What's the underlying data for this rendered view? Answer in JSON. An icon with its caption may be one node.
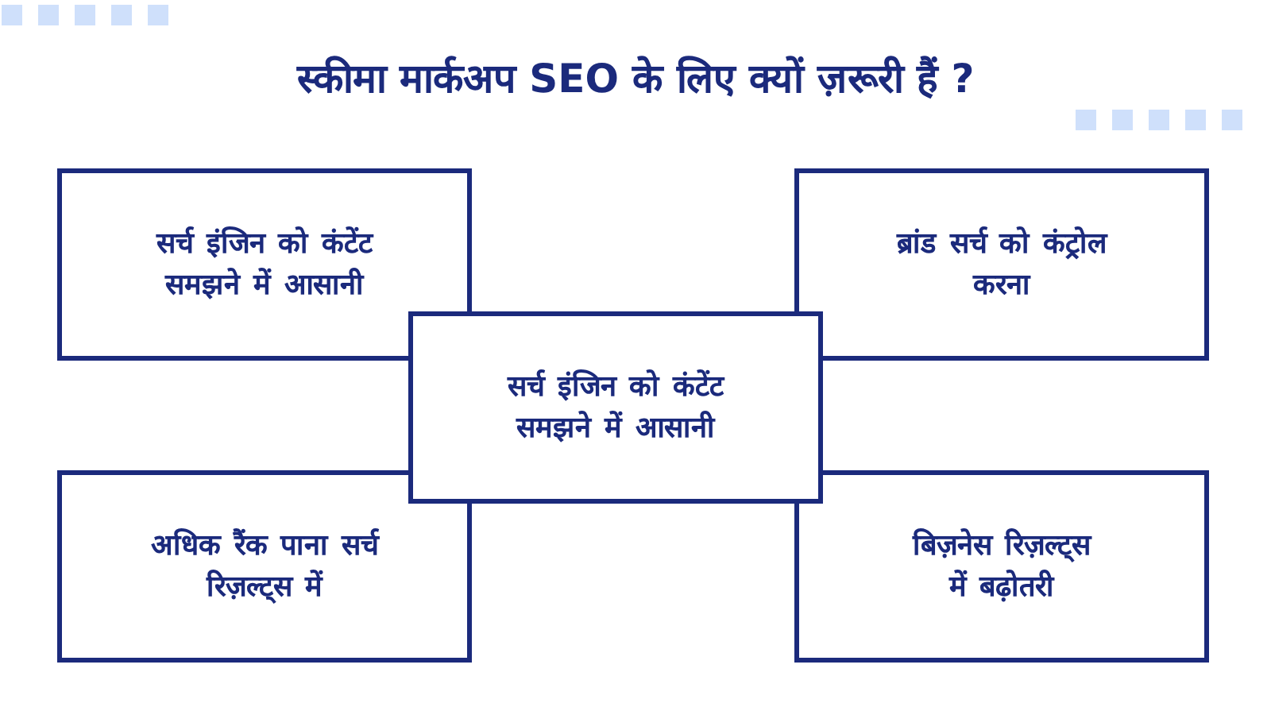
{
  "diagram": {
    "title": "स्कीमा मार्कअप SEO के लिए क्यों ज़रूरी हैं ?",
    "nodes": [
      {
        "text": [
          "सर्च इंजिन को कंटेंट समझने में आसानी"
        ]
      },
      {
        "text": [
          "ब्रांड सर्च को कंट्रोल करना"
        ]
      },
      {
        "text": [
          "सर्च इंजिन को कंटेंट समझने में आसानी"
        ]
      },
      {
        "text": [
          "अधिक रैंक पाना सर्च रिज़ल्ट्स में"
        ]
      },
      {
        "text": [
          "बिज़नेस रिज़ल्ट्स में बढ़ोतरी"
        ]
      }
    ]
  }
}
